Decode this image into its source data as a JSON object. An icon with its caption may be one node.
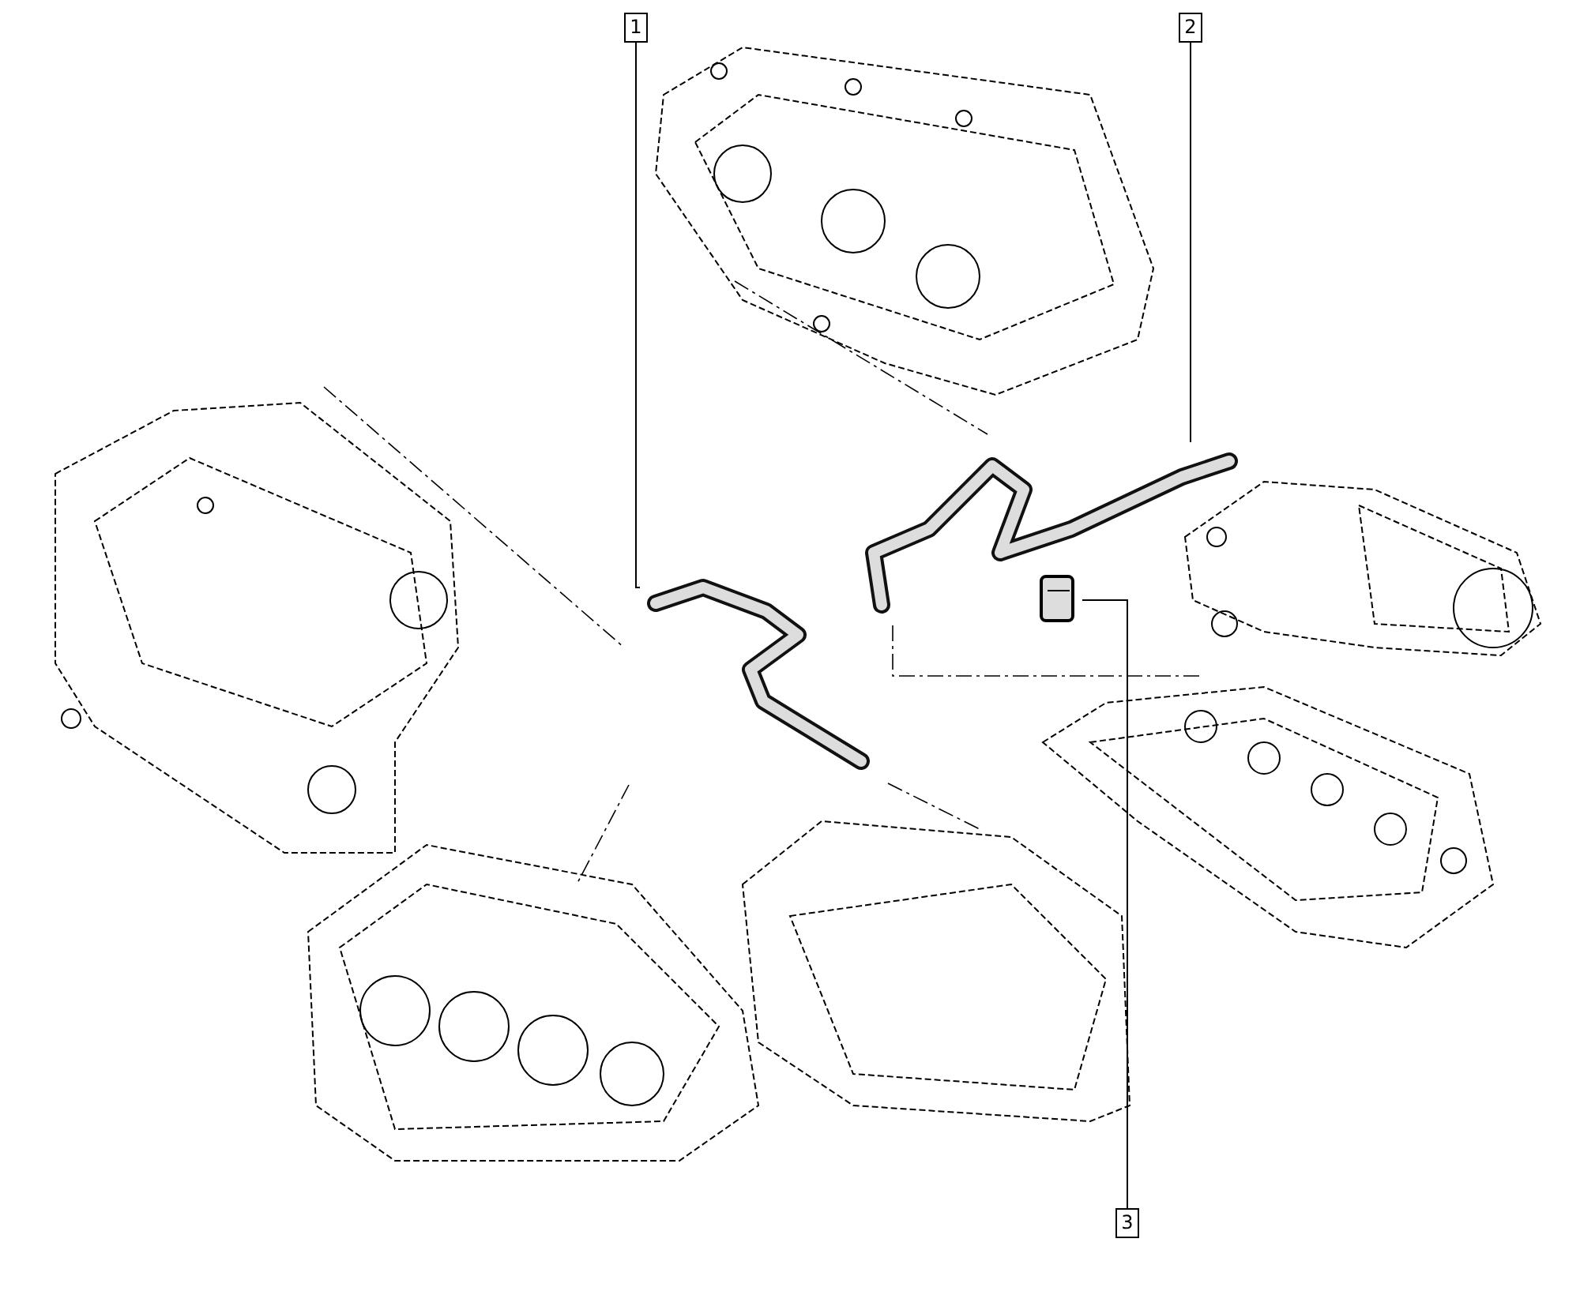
{
  "diagram": {
    "nodes": [
      {
        "text": [
          "1"
        ]
      },
      {
        "text": [
          "2"
        ]
      },
      {
        "text": [
          "3"
        ]
      },
      {
        "text": [],
        "shape": "picture"
      },
      {
        "text": [],
        "shape": "picture"
      },
      {
        "text": [],
        "shape": "picture"
      }
    ],
    "edges": [
      {
        "from": 0,
        "to": 3,
        "arrow": "none"
      },
      {
        "from": 1,
        "to": 4,
        "arrow": "none"
      },
      {
        "from": 2,
        "to": 5,
        "arrow": "none"
      }
    ]
  }
}
